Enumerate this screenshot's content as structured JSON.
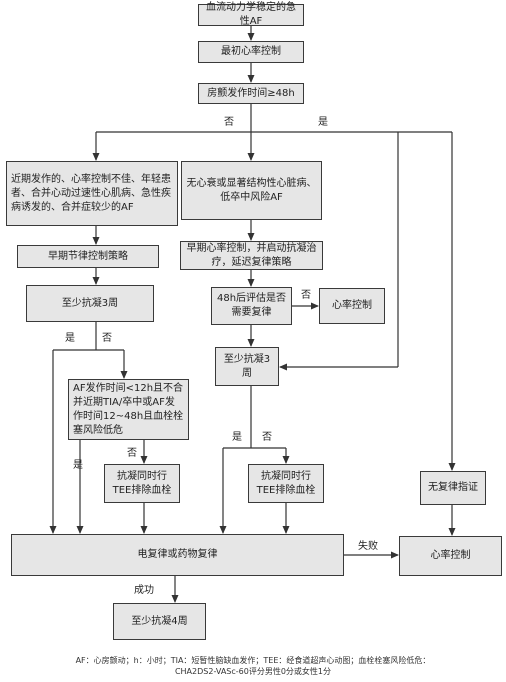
{
  "nodes": {
    "n1": "血流动力学稳定的急性AF",
    "n2": "最初心率控制",
    "n3": "房颤发作时间≥48h",
    "n4": "近期发作的、心率控制不佳、年轻患者、合并心动过速性心肌病、急性疾病诱发的、合并症较少的AF",
    "n5": "无心衰或显著结构性心脏病、低卒中风险AF",
    "n6": "早期节律控制策略",
    "n7": "早期心率控制，并启动抗凝治疗，延迟复律策略",
    "n8": "至少抗凝3周",
    "n9": "48h后评估是否需要复律",
    "n10": "心率控制",
    "n11": "至少抗凝3周",
    "n12": "AF发作时间<12h且不合并近期TIA/卒中或AF发作时间12~48h且血栓栓塞风险低危",
    "n13": "抗凝同时行TEE排除血栓",
    "n14": "抗凝同时行TEE排除血栓",
    "n15": "无复律指证",
    "n16": "电复律或药物复律",
    "n17": "心率控制",
    "n18": "至少抗凝4周"
  },
  "edge_labels": {
    "no_1": "否",
    "yes_1": "是",
    "yes_2": "是",
    "no_2": "否",
    "no_3": "否",
    "yes_3": "是",
    "no_4": "否",
    "yes_4": "是",
    "no_5": "否",
    "fail": "失败",
    "success": "成功"
  },
  "footnote": "AF：心房颤动；h：小时；TIA：短暂性脑缺血发作；TEE：经食道超声心动图；血栓栓塞风险低危：CHA2DS2-VASc-60评分男性0分或女性1分"
}
